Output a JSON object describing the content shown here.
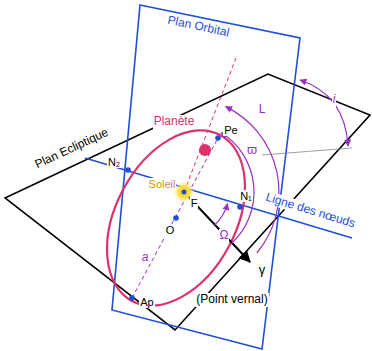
{
  "diagram": {
    "labels": [
      "Plan Orbital",
      "Plan Ecliptique",
      "Planète",
      "Pe",
      "Soleil",
      "N₂",
      "F",
      "N₁",
      "O",
      "Ligne des nœuds",
      "γ",
      "(Point vernal)",
      "Ap",
      "a",
      "L",
      "ϖ",
      "i",
      "Ω"
    ]
  }
}
